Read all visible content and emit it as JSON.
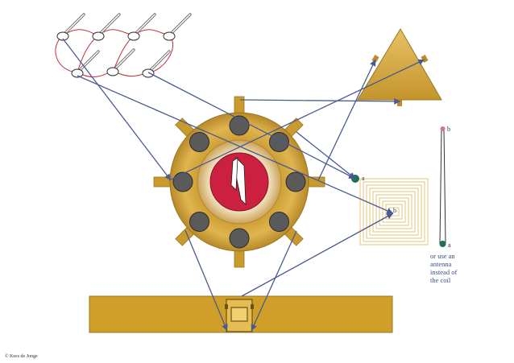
{
  "colors": {
    "gold": "#d4a73a",
    "gold_dark": "#b38b28",
    "wire": "#4a5a90",
    "red_wire": "#c0303a",
    "gem": "#cc2040",
    "terminal": "#1f6f5a",
    "terminal_top": "#d07890",
    "coil": "#e2c57a"
  },
  "labels": {
    "terminal_a_top": "a",
    "terminal_b_coil": "b",
    "terminal_b_antenna": "b",
    "terminal_a_antenna": "a"
  },
  "note": "or use an\nantenna\ninstead of\nthe coil",
  "copyright": "© Kees de Jonge"
}
